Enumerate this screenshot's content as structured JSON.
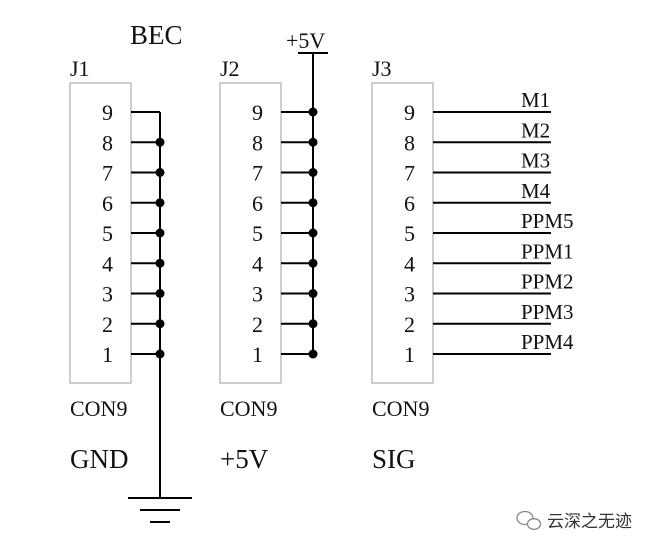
{
  "title": "BEC",
  "supply_label": "+5V",
  "connectors": [
    {
      "ref": "J1",
      "part": "CON9",
      "net": "GND",
      "pins": [
        "9",
        "8",
        "7",
        "6",
        "5",
        "4",
        "3",
        "2",
        "1"
      ],
      "signals": []
    },
    {
      "ref": "J2",
      "part": "CON9",
      "net": "+5V",
      "pins": [
        "9",
        "8",
        "7",
        "6",
        "5",
        "4",
        "3",
        "2",
        "1"
      ],
      "signals": []
    },
    {
      "ref": "J3",
      "part": "CON9",
      "net": "SIG",
      "pins": [
        "9",
        "8",
        "7",
        "6",
        "5",
        "4",
        "3",
        "2",
        "1"
      ],
      "signals": [
        "M1",
        "M2",
        "M3",
        "M4",
        "PPM5",
        "PPM1",
        "PPM2",
        "PPM3",
        "PPM4"
      ]
    }
  ],
  "watermark": {
    "text": "云深之无迹",
    "icon": "wechat-icon"
  }
}
